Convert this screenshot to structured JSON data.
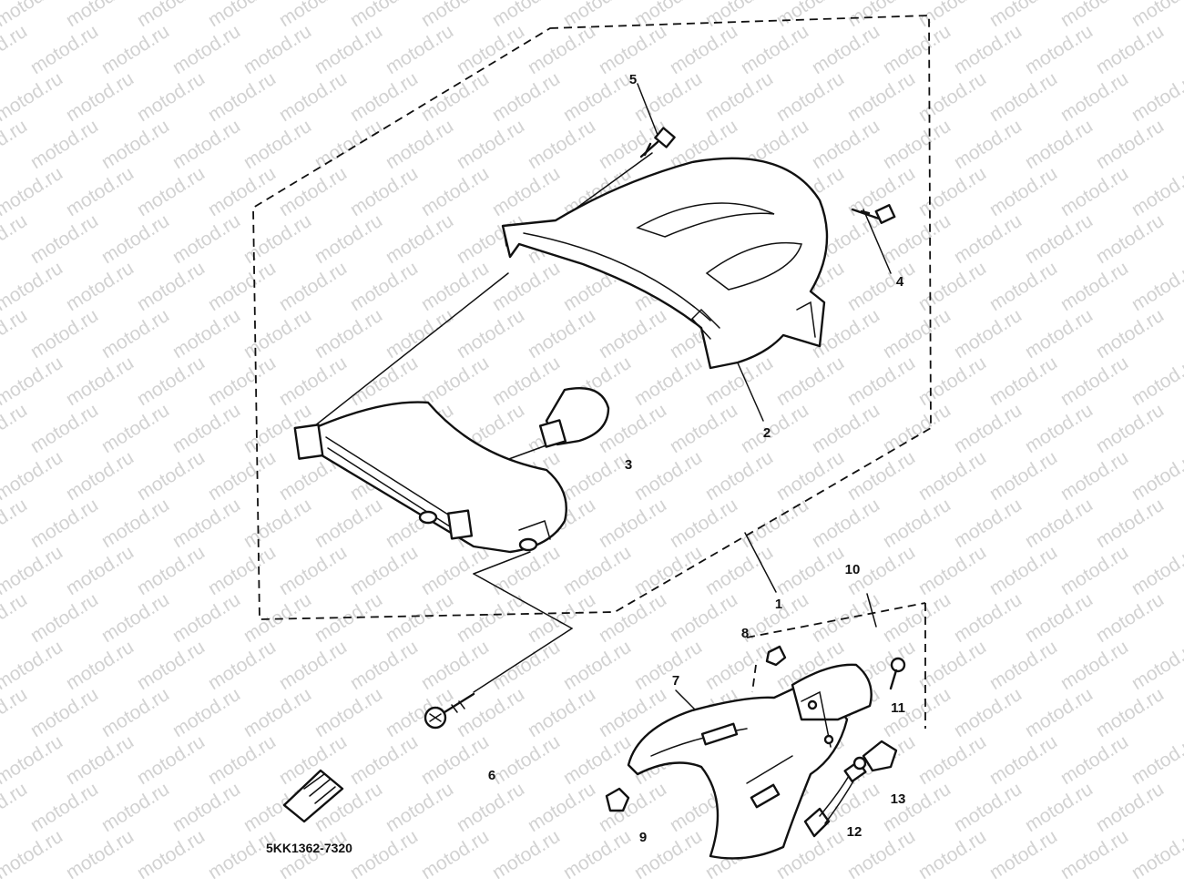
{
  "watermark": "motod.ru",
  "callouts": {
    "c1": "1",
    "c2": "2",
    "c3": "3",
    "c4": "4",
    "c5": "5",
    "c6": "6",
    "c7": "7",
    "c8": "8",
    "c9": "9",
    "c10": "10",
    "c11": "11",
    "c12": "12",
    "c13": "13"
  },
  "diagram_code": "5KK1362-7320"
}
